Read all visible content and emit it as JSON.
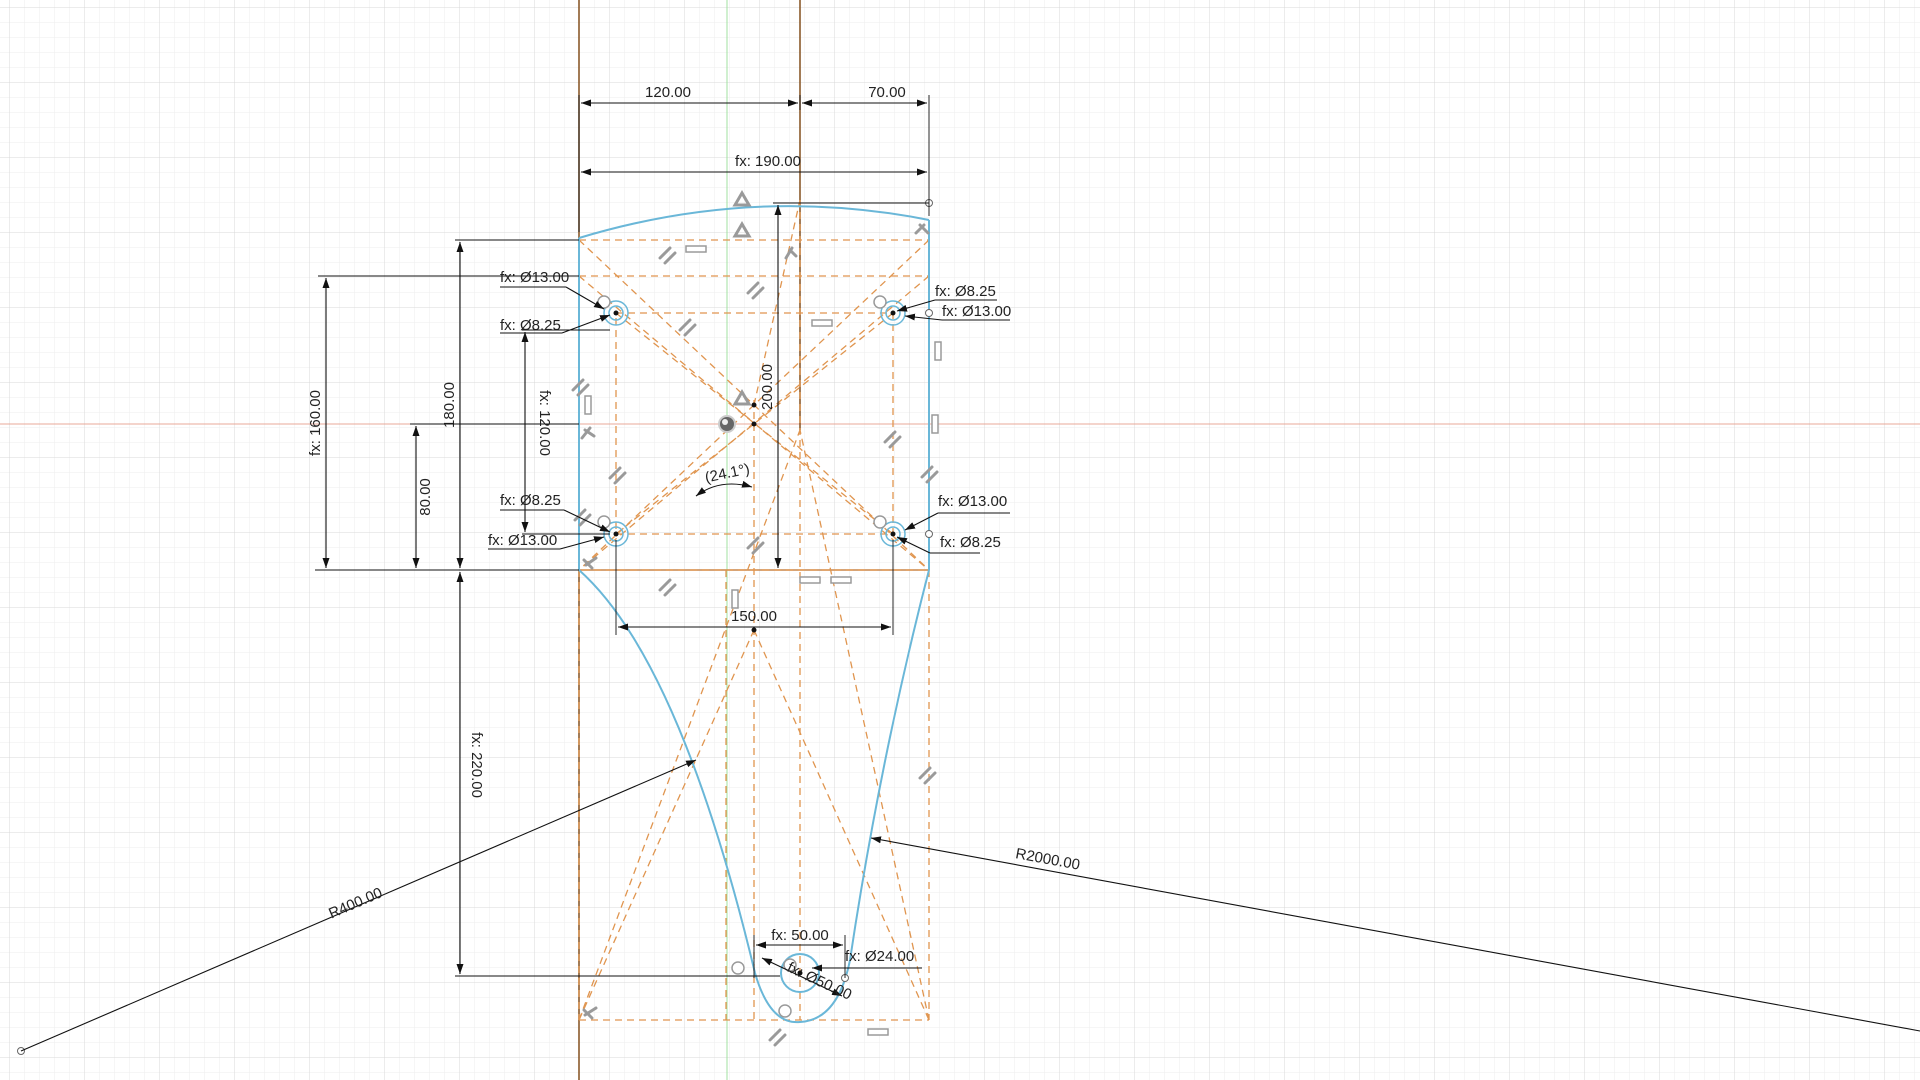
{
  "sketch": {
    "dimensions": {
      "top_left_width": "120.00",
      "top_right_width": "70.00",
      "overall_width": "fx: 190.00",
      "height_200": "200.00",
      "height_180": "180.00",
      "height_160": "fx: 160.00",
      "height_80": "80.00",
      "height_120": "fx: 120.00",
      "height_220": "fx: 220.00",
      "width_150": "150.00",
      "width_50": "fx: 50.00",
      "angle": "(24.1°)",
      "radius_left": "R400.00",
      "radius_right": "R2000.00",
      "dia_small_r": "fx: Ø8.25",
      "dia_big_r": "fx: Ø13.00",
      "dia_big_l": "fx: Ø13.00",
      "dia_small_l": "fx: Ø8.25",
      "dia_small_bl": "fx: Ø8.25",
      "dia_big_bl": "fx: Ø13.00",
      "dia_big_br": "fx: Ø13.00",
      "dia_small_br": "fx: Ø8.25",
      "dia_24": "fx: Ø24.00",
      "dia_50": "fx: Ø50.00"
    },
    "colors": {
      "profile": "#6ab7d8",
      "construction": "#e0954f",
      "dimension": "#111111",
      "axis_red": "#e6a090",
      "axis_green": "#90e090",
      "origin_brown": "#8b5a2b"
    }
  }
}
